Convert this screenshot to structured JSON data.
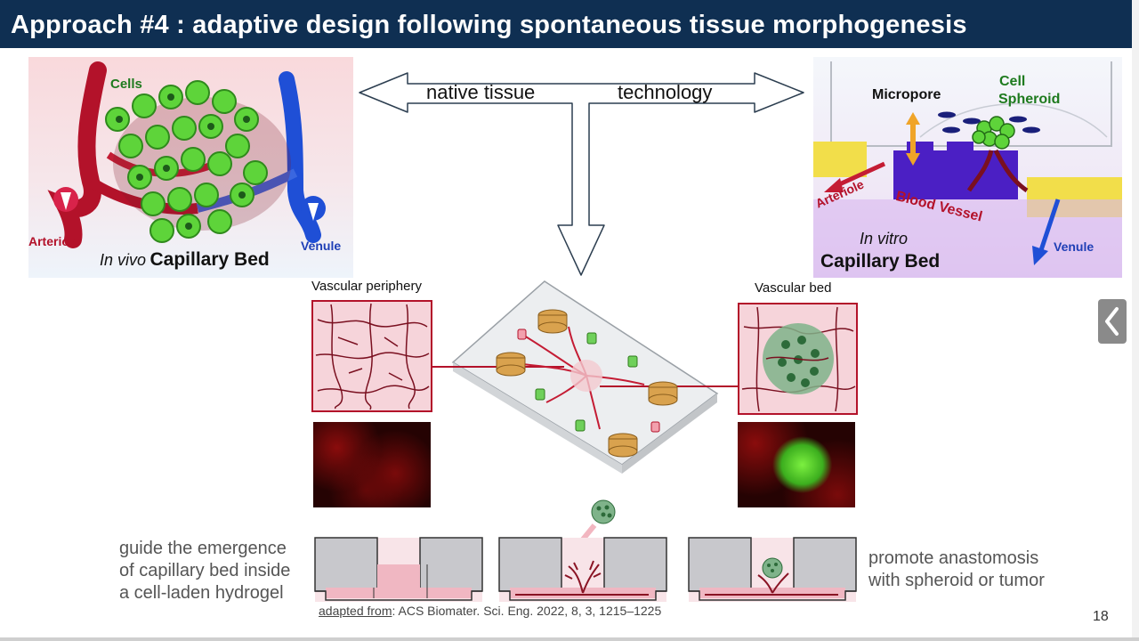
{
  "slide": {
    "title": "Approach #4 : adaptive design following spontaneous tissue morphogenesis",
    "page_number": "18"
  },
  "arrow": {
    "left_label": "native tissue",
    "right_label": "technology"
  },
  "in_vivo": {
    "cells_label": "Cells",
    "arteriole_label": "Arteriole",
    "venule_label": "Venule",
    "caption_italic": "In vivo",
    "caption_bold": "Capillary Bed"
  },
  "in_vitro": {
    "micropore_label": "Micropore",
    "spheroid_label_line1": "Cell",
    "spheroid_label_line2": "Spheroid",
    "arteriole_label": "Arteriole",
    "blood_vessel_label": "Blood Vessel",
    "venule_label": "Venule",
    "caption_italic": "In vitro",
    "caption_bold": "Capillary Bed"
  },
  "center": {
    "vascular_periphery_label": "Vascular periphery",
    "vascular_bed_label": "Vascular bed"
  },
  "left_text": [
    "guide the emergence",
    "of capillary bed inside",
    "a cell-laden hydrogel"
  ],
  "right_text": [
    "promote anastomosis",
    "with spheroid or tumor"
  ],
  "footnote": {
    "link_text": "adapted from",
    "citation": ": ACS Biomater. Sci. Eng. 2022, 8, 3, 1215–1225"
  },
  "colors": {
    "title_bar": "#0f2f52",
    "vessel_red": "#b3122a",
    "venule_blue": "#1f4fd6",
    "cell_green": "#5ed43a"
  }
}
